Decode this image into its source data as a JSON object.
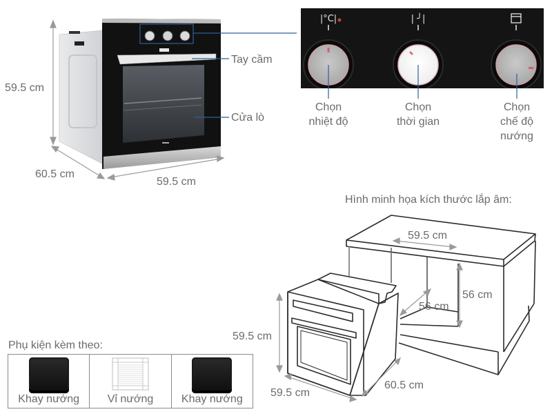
{
  "product_view": {
    "dimensions": {
      "height": "59.5 cm",
      "depth": "60.5 cm",
      "width": "59.5 cm"
    },
    "callouts": {
      "handle": "Tay cầm",
      "door": "Cửa lò"
    }
  },
  "control_panel": {
    "knobs": [
      {
        "symbol": "|°C|",
        "label_line1": "Chọn",
        "label_line2": "nhiệt độ",
        "label_line3": "",
        "indicator": "temperature-icon"
      },
      {
        "symbol": "|╯|",
        "label_line1": "Chọn",
        "label_line2": "thời gian",
        "label_line3": "",
        "indicator": "timer-icon"
      },
      {
        "symbol": "|□|",
        "label_line1": "Chọn",
        "label_line2": "chế độ",
        "label_line3": "nướng",
        "indicator": "mode-icon"
      }
    ],
    "colors": {
      "panel": "#141414",
      "callout_line": "#2f5f9a",
      "indicator_dot": "#c0404a"
    }
  },
  "installation": {
    "title": "Hình minh họa kích thước lắp âm:",
    "cabinet": {
      "width": "59.5 cm",
      "height": "56 cm",
      "depth": "56 cm"
    },
    "oven": {
      "height": "59.5 cm",
      "width": "59.5 cm",
      "depth": "60.5 cm"
    }
  },
  "accessories": {
    "title": "Phụ kiện kèm theo:",
    "items": [
      {
        "label": "Khay nướng",
        "type": "tray"
      },
      {
        "label": "Vỉ nướng",
        "type": "rack"
      },
      {
        "label": "Khay nướng",
        "type": "tray"
      }
    ]
  }
}
